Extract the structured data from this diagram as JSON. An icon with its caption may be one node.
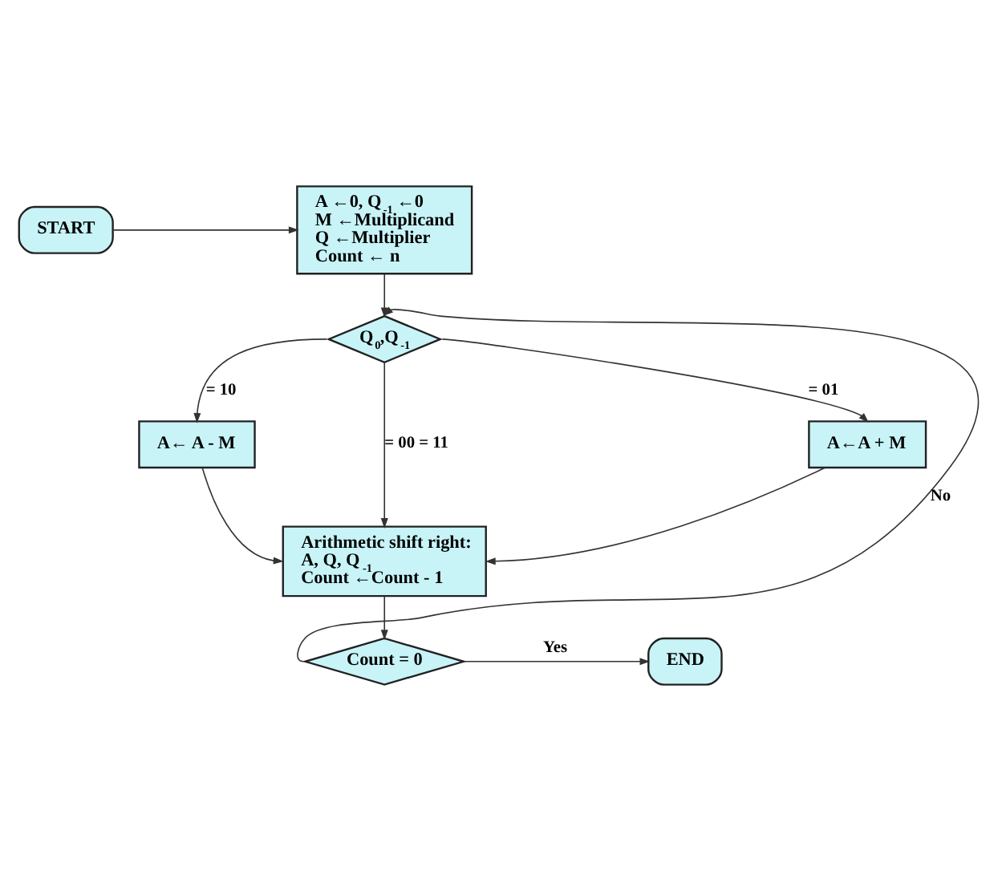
{
  "diagram": {
    "nodes": [
      {
        "text": [
          "START"
        ]
      },
      {
        "text": [
          "A ←0, Q$_{-1}$ ←0",
          "M ←Multiplicand",
          "Q ←Multiplier",
          "Count ← n"
        ]
      },
      {
        "text": [
          "Q$_{0}$,Q$_{-1}$"
        ]
      },
      {
        "text": [
          "A← A - M"
        ]
      },
      {
        "text": [
          "A←A + M"
        ]
      },
      {
        "text": [
          "Arithmetic shift right:",
          "A, Q, Q$_{-1}$",
          "Count ←Count - 1"
        ]
      },
      {
        "text": [
          "Count = 0"
        ]
      },
      {
        "text": [
          "END"
        ]
      }
    ],
    "edges": [
      {
        "from": 0,
        "to": 1,
        "arrow": "to"
      },
      {
        "from": 1,
        "to": 2,
        "arrow": "to"
      },
      {
        "from": 2,
        "to": 3,
        "arrow": "to",
        "label": "= 10"
      },
      {
        "from": 2,
        "to": 4,
        "arrow": "to",
        "label": "= 01"
      },
      {
        "from": 2,
        "to": 5,
        "arrow": "to",
        "label": "= 00 = 11"
      },
      {
        "from": 3,
        "to": 5,
        "arrow": "to"
      },
      {
        "from": 4,
        "to": 5,
        "arrow": "to"
      },
      {
        "from": 5,
        "to": 6,
        "arrow": "to"
      },
      {
        "from": 6,
        "to": 7,
        "arrow": "to",
        "label": "Yes"
      },
      {
        "from": 6,
        "to": 2,
        "arrow": "to",
        "label": "No"
      }
    ]
  }
}
